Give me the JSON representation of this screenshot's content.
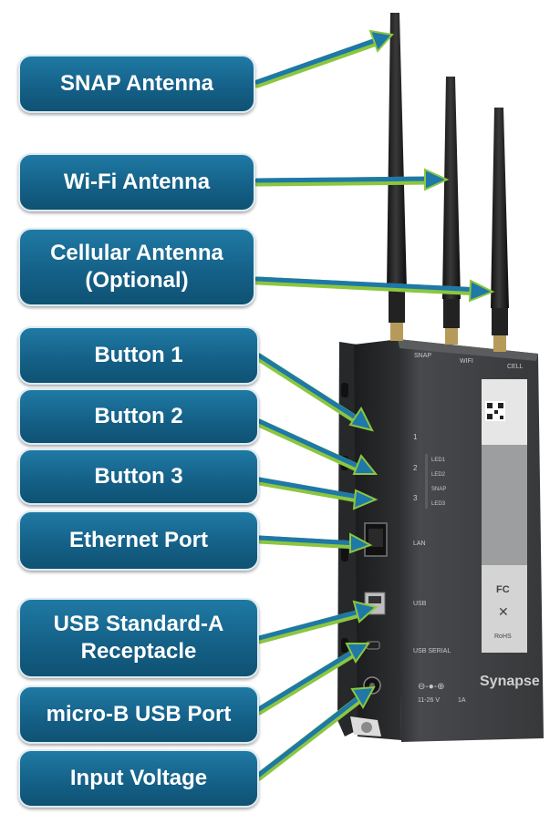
{
  "callouts": {
    "snap_antenna": "SNAP Antenna",
    "wifi_antenna": "Wi-Fi Antenna",
    "cellular_antenna_line1": "Cellular Antenna",
    "cellular_antenna_line2": "(Optional)",
    "button1": "Button 1",
    "button2": "Button 2",
    "button3": "Button 3",
    "ethernet_port": "Ethernet Port",
    "usb_standard_a_line1": "USB Standard-A",
    "usb_standard_a_line2": "Receptacle",
    "micro_b_usb": "micro-B USB Port",
    "input_voltage": "Input Voltage"
  },
  "device_labels": {
    "snap": "SNAP",
    "wifi": "WIFI",
    "cell": "CELL",
    "btn1": "1",
    "btn2": "2",
    "btn3": "3",
    "led1": "LED1",
    "led2": "LED2",
    "snap_led": "SNAP",
    "led3": "LED3",
    "lan": "LAN",
    "usb": "USB",
    "usb_serial": "USB SERIAL",
    "fc": "FC",
    "rohs": "RoHS",
    "brand": "Synapse",
    "voltage": "11-26 V",
    "current": "1A"
  },
  "colors": {
    "callout_fill": "#176a94",
    "arrow_blue": "#1e78a8",
    "arrow_green": "#8cc63f",
    "device_body": "#3c3e40"
  }
}
